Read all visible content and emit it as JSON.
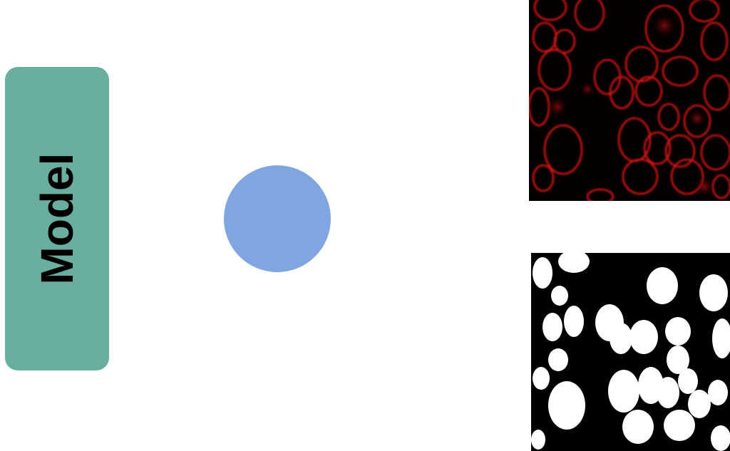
{
  "model": {
    "label": "Model",
    "color": "#6aaea0"
  },
  "center_node": {
    "color": "#7fa6e0"
  },
  "images": {
    "input": {
      "description_icon": "fluorescent-nuclei-image",
      "stroke_color": "#e01010"
    },
    "output": {
      "description_icon": "segmentation-mask-image",
      "fill_color": "#ffffff"
    }
  }
}
